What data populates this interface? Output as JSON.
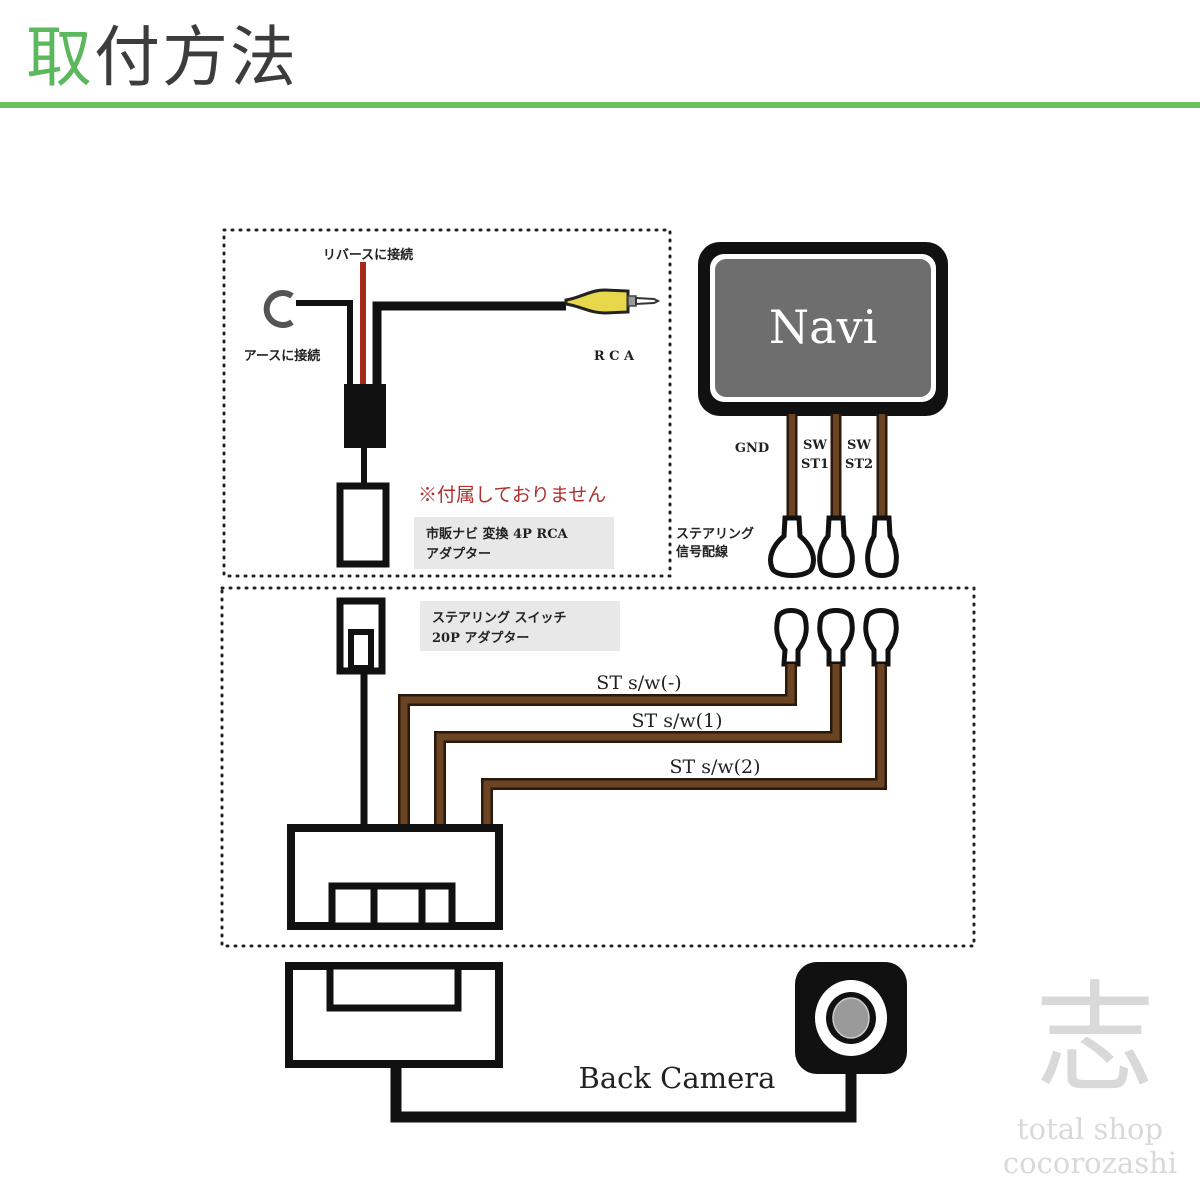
{
  "header": {
    "title_first_char": "取",
    "title_rest": "付方法",
    "accent_color": "#6cc15a"
  },
  "adapter_section": {
    "reverse_label": "リバースに接続",
    "ground_label": "アースに接続",
    "rca_label": "R C A",
    "not_included_note": "※付属しておりません",
    "adapter_caption_line1": "市販ナビ 変換 4P RCA",
    "adapter_caption_line2": "アダプター"
  },
  "navi": {
    "label": "Navi",
    "pins": [
      {
        "label_line1": "GND",
        "label_line2": ""
      },
      {
        "label_line1": "SW",
        "label_line2": "ST1"
      },
      {
        "label_line1": "SW",
        "label_line2": "ST2"
      }
    ],
    "steering_signal_line1": "ステアリング",
    "steering_signal_line2": "信号配線"
  },
  "steering_section": {
    "adapter_caption_line1": "ステアリング スイッチ",
    "adapter_caption_line2": "20P アダプター",
    "wires": [
      {
        "label": "ST s/w(-)"
      },
      {
        "label": "ST s/w(1)"
      },
      {
        "label": "ST s/w(2)"
      }
    ]
  },
  "camera": {
    "label": "Back Camera"
  },
  "watermark": {
    "kanji": "志",
    "line1": "total shop",
    "line2": "cocorozashi"
  },
  "colors": {
    "brown_wire": "#6b4423",
    "red_wire": "#a52a1a",
    "rca_yellow": "#e6d84a",
    "navi_screen": "#6e6e6e",
    "warning_red": "#b03030"
  }
}
